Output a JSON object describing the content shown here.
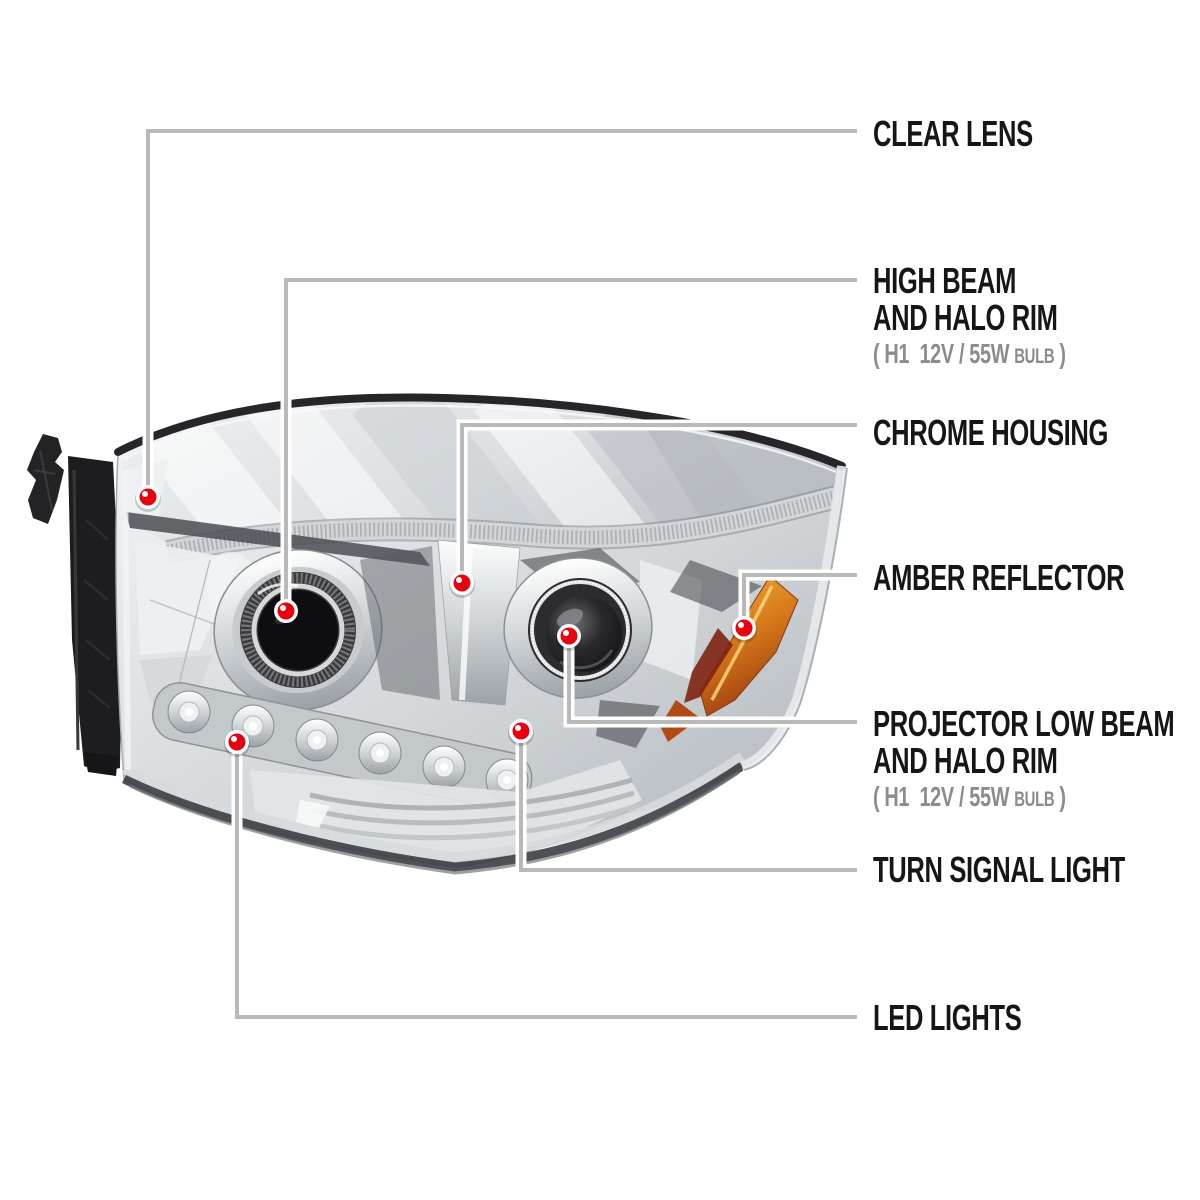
{
  "page": {
    "background": "#ffffff"
  },
  "colors": {
    "marker_red": "#e8000f",
    "leader_line": "#b9b9b9",
    "leader_casing": "#ffffff",
    "label_text": "#161616",
    "spec_text": "#8c8c8c",
    "amber_reflector": "#d4761a",
    "chrome_light": "#e9ebec",
    "bracket_black": "#1d1d1d"
  },
  "callouts": {
    "clear_lens": {
      "label": "CLEAR LENS"
    },
    "high_beam": {
      "line1": "HIGH BEAM",
      "line2": "AND HALO RIM",
      "spec_prefix": "( H1  12V / 55W ",
      "spec_bulb": "BULB",
      "spec_suffix": " )"
    },
    "chrome_housing": {
      "label": "CHROME HOUSING"
    },
    "amber_reflector": {
      "label": "AMBER REFLECTOR"
    },
    "projector_low_beam": {
      "line1": "PROJECTOR LOW BEAM",
      "line2": "AND HALO RIM",
      "spec_prefix": "( H1  12V / 55W ",
      "spec_bulb": "BULB",
      "spec_suffix": " )"
    },
    "turn_signal": {
      "label": "TURN SIGNAL LIGHT"
    },
    "led_lights": {
      "label": "LED LIGHTS"
    }
  }
}
